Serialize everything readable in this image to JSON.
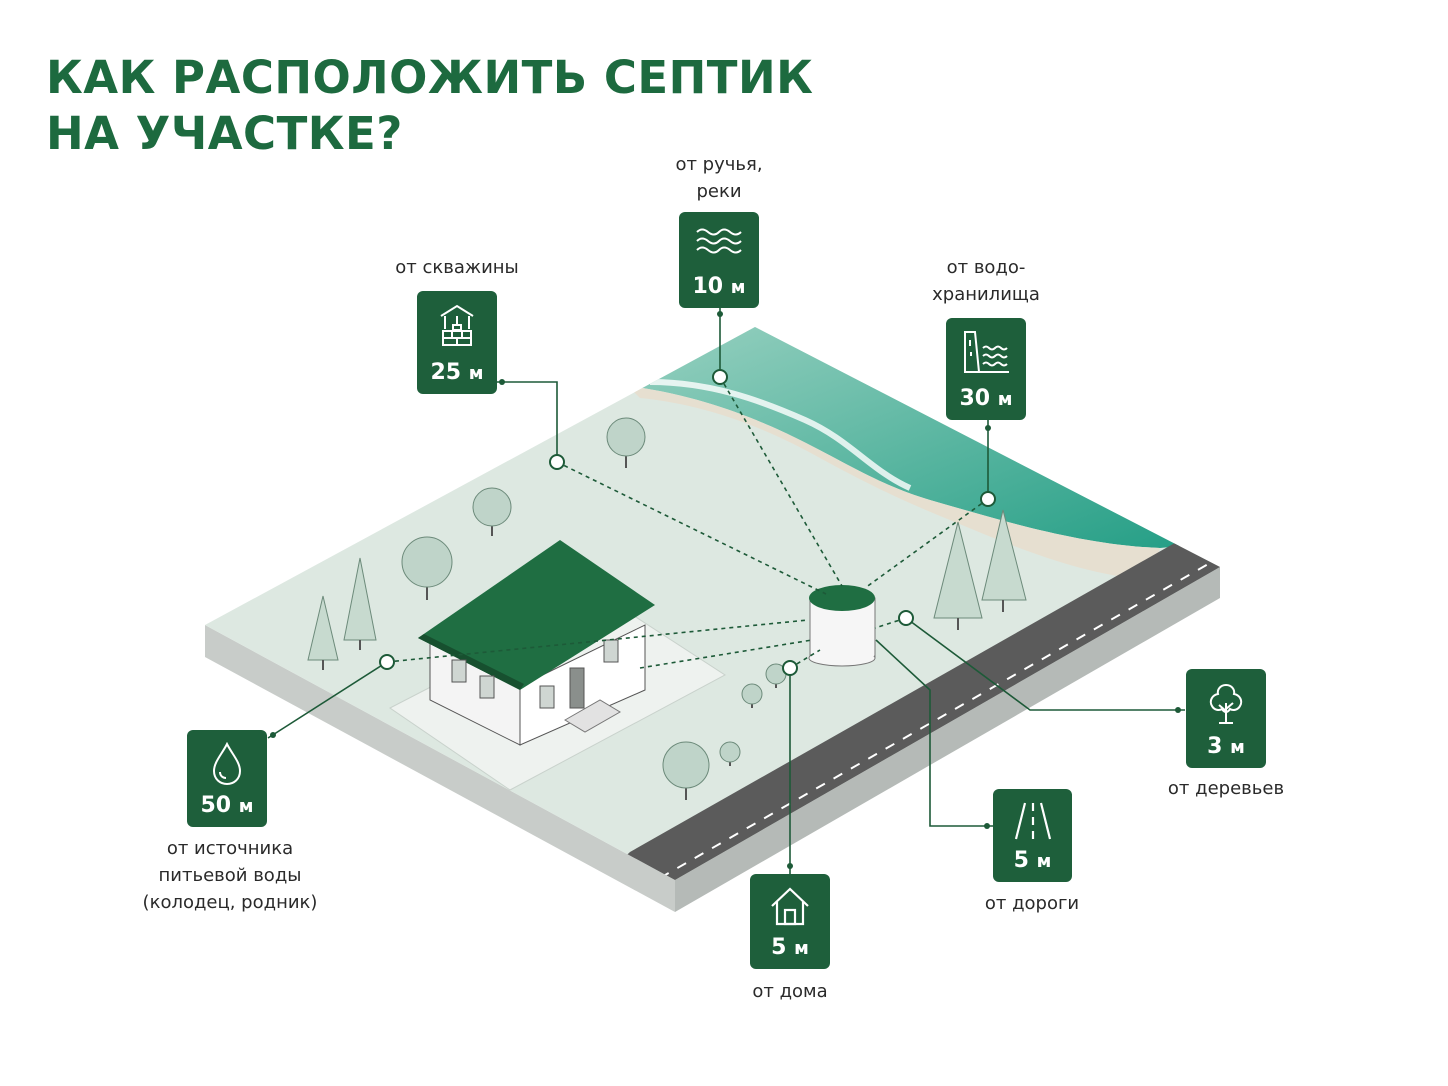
{
  "title": {
    "line1": "КАК РАСПОЛОЖИТЬ СЕПТИК",
    "line2": "НА УЧАСТКЕ?"
  },
  "colors": {
    "brand_green": "#1d6a3f",
    "badge_green": "#1e5f3b",
    "ground": "#dde8e1",
    "water": "#2aa38a",
    "road": "#5b5b5b"
  },
  "distances": {
    "well": {
      "icon": "well-icon",
      "value": "25",
      "unit": "м",
      "caption": "от скважины"
    },
    "stream": {
      "icon": "waves-icon",
      "value": "10",
      "unit": "м",
      "caption": "от ручья,\nреки"
    },
    "reservoir": {
      "icon": "reservoir-icon",
      "value": "30",
      "unit": "м",
      "caption": "от водо-\nхранилища"
    },
    "trees": {
      "icon": "tree-icon",
      "value": "3",
      "unit": "м",
      "caption": "от деревьев"
    },
    "road": {
      "icon": "road-icon",
      "value": "5",
      "unit": "м",
      "caption": "от дороги"
    },
    "house": {
      "icon": "house-icon",
      "value": "5",
      "unit": "м",
      "caption": "от дома"
    },
    "drinking": {
      "icon": "drop-icon",
      "value": "50",
      "unit": "м",
      "caption": "от источника\nпитьевой воды\n(колодец, родник)"
    }
  }
}
